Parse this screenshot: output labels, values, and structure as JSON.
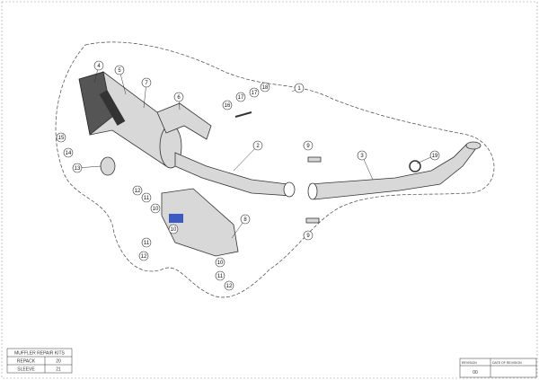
{
  "drawing": {
    "callouts": [
      {
        "n": "1"
      },
      {
        "n": "2"
      },
      {
        "n": "3"
      },
      {
        "n": "4"
      },
      {
        "n": "5"
      },
      {
        "n": "6"
      },
      {
        "n": "7"
      },
      {
        "n": "8"
      },
      {
        "n": "9"
      },
      {
        "n": "9"
      },
      {
        "n": "10"
      },
      {
        "n": "10"
      },
      {
        "n": "10"
      },
      {
        "n": "11"
      },
      {
        "n": "11"
      },
      {
        "n": "11"
      },
      {
        "n": "12"
      },
      {
        "n": "12"
      },
      {
        "n": "12"
      },
      {
        "n": "13"
      },
      {
        "n": "14"
      },
      {
        "n": "15"
      },
      {
        "n": "16"
      },
      {
        "n": "17"
      },
      {
        "n": "17"
      },
      {
        "n": "18"
      },
      {
        "n": "19"
      }
    ]
  },
  "repair_kits": {
    "title": "MUFFLER REPAIR KITS",
    "rows": [
      {
        "name": "REPACK",
        "code": "20"
      },
      {
        "name": "SLEEVE",
        "code": "21"
      }
    ]
  },
  "revision_block": {
    "revision_label": "REVISION",
    "date_label": "DATE OF REVISION",
    "revision_value": "00",
    "date_value": ""
  }
}
